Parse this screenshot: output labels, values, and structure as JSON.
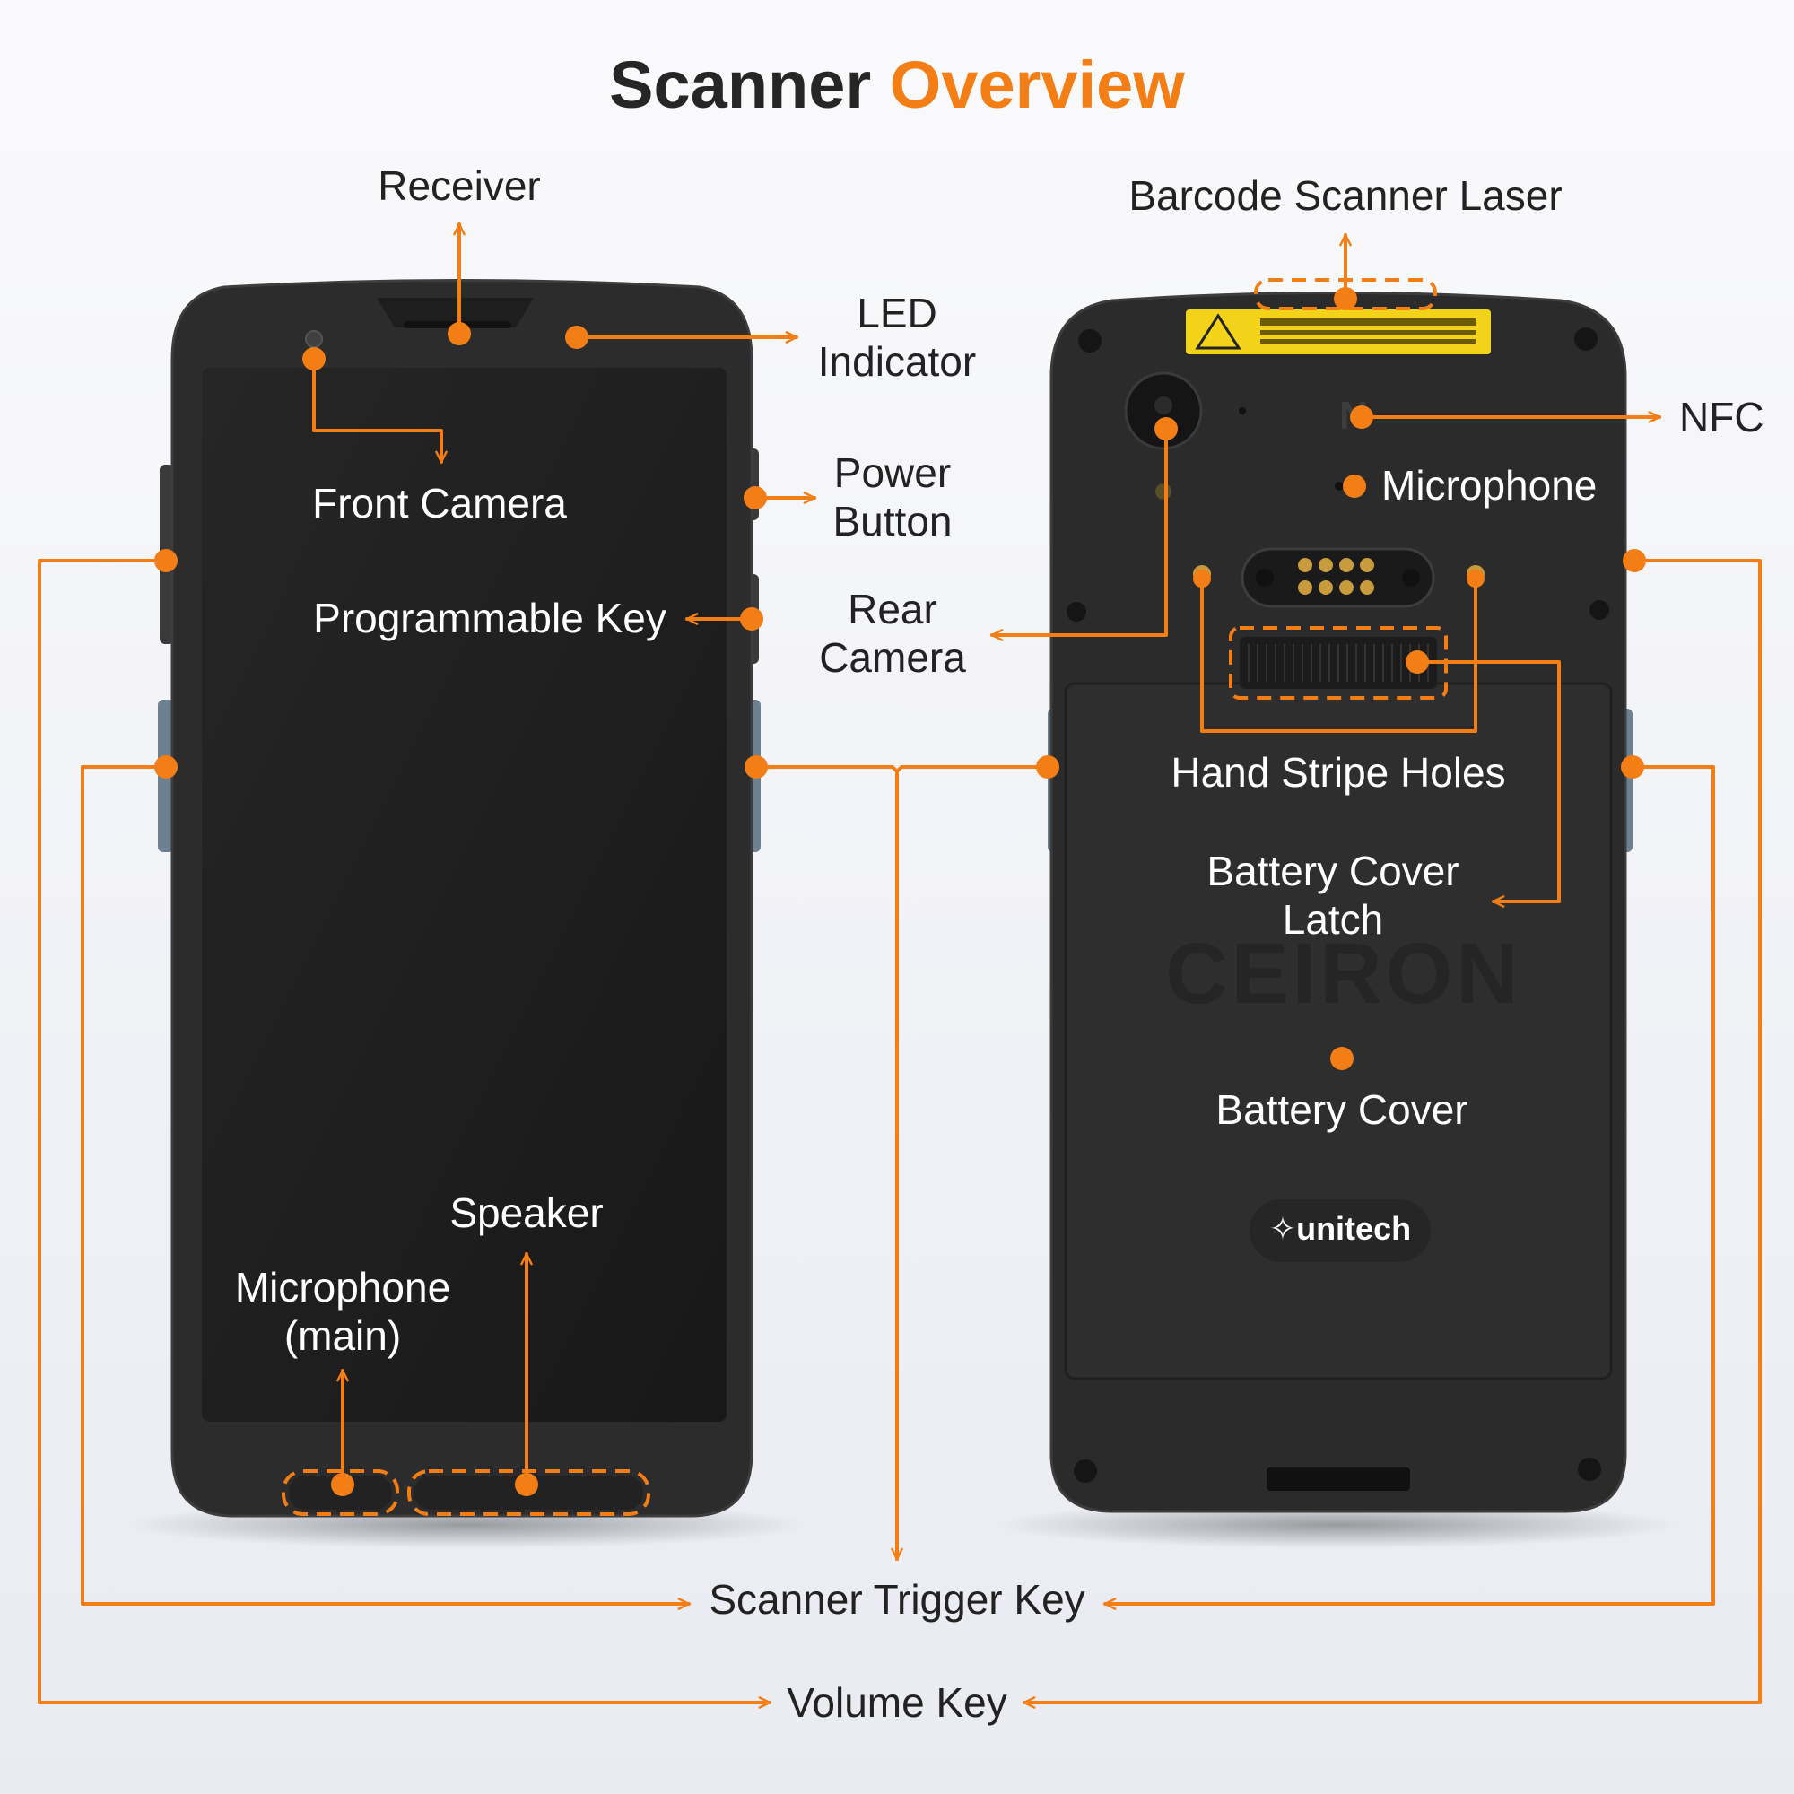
{
  "title": {
    "part1": "Scanner",
    "part2": "Overview"
  },
  "colors": {
    "accent": "#f27e15",
    "device_body": "#2a2a2a",
    "screen": "#1c1c1c",
    "laser_label": "#f2d31a"
  },
  "front": {
    "receiver": "Receiver",
    "led_line1": "LED",
    "led_line2": "Indicator",
    "front_camera": "Front Camera",
    "power_line1": "Power",
    "power_line2": "Button",
    "programmable_key": "Programmable Key",
    "speaker": "Speaker",
    "mic_line1": "Microphone",
    "mic_line2": "(main)"
  },
  "back": {
    "barcode_laser": "Barcode Scanner Laser",
    "nfc": "NFC",
    "microphone": "Microphone",
    "rear_camera_line1": "Rear",
    "rear_camera_line2": "Camera",
    "hand_stripe_holes": "Hand Stripe Holes",
    "latch_line1": "Battery Cover",
    "latch_line2": "Latch",
    "battery_cover": "Battery Cover",
    "brand_watermark": "CEIRON",
    "brand_logo": "unitech"
  },
  "bottom": {
    "scanner_trigger_key": "Scanner Trigger Key",
    "volume_key": "Volume Key"
  }
}
